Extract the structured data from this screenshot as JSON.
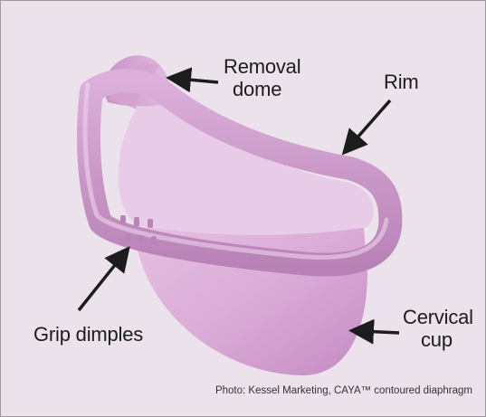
{
  "labels": {
    "removal_dome_line1": "Removal",
    "removal_dome_line2": "dome",
    "rim": "Rim",
    "grip_dimples": "Grip dimples",
    "cervical_cup_line1": "Cervical",
    "cervical_cup_line2": "cup"
  },
  "credit": "Photo: Kessel Marketing, CAYA™ contoured diaphragm",
  "colors": {
    "background": "#ebe2ec",
    "device": "#d9a9d6",
    "arrows": "#1c1c1c"
  }
}
